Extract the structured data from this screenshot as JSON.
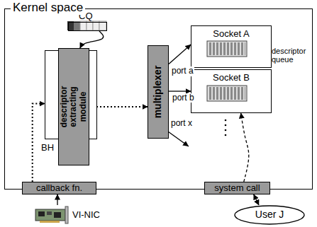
{
  "diagram": {
    "nodes": [
      {
        "text": [
          "Kernel space"
        ]
      },
      {
        "text": [
          "CQ"
        ],
        "in": 0
      },
      {
        "text": [
          "BH"
        ],
        "in": 0
      },
      {
        "text": [
          "descriptor extracting module"
        ],
        "in": 2
      },
      {
        "text": [
          "multiplexer"
        ],
        "in": 0
      },
      {
        "text": [
          "Socket A"
        ],
        "in": 0
      },
      {
        "text": [
          "Socket B"
        ],
        "in": 0
      },
      {
        "text": [
          "callback fn."
        ],
        "in": 0
      },
      {
        "text": [
          "system call"
        ],
        "in": 0
      },
      {
        "text": [
          "VI-NIC"
        ]
      },
      {
        "text": [
          "User J"
        ]
      }
    ],
    "edges": [
      {
        "from": 1,
        "to": 3,
        "arrow": "to"
      },
      {
        "from": 7,
        "to": 2,
        "arrow": "to"
      },
      {
        "from": 3,
        "to": 4,
        "arrow": "to"
      },
      {
        "from": 4,
        "to": 5,
        "label": "port a",
        "arrow": "to"
      },
      {
        "from": 4,
        "to": 6,
        "label": "port b",
        "arrow": "to"
      },
      {
        "from": 9,
        "to": 7,
        "arrow": "to"
      },
      {
        "from": 10,
        "to": 8,
        "arrow": "both"
      },
      {
        "from": 8,
        "to": 6,
        "arrow": "to"
      }
    ],
    "labels": [
      "descriptor queue",
      "port x"
    ]
  }
}
